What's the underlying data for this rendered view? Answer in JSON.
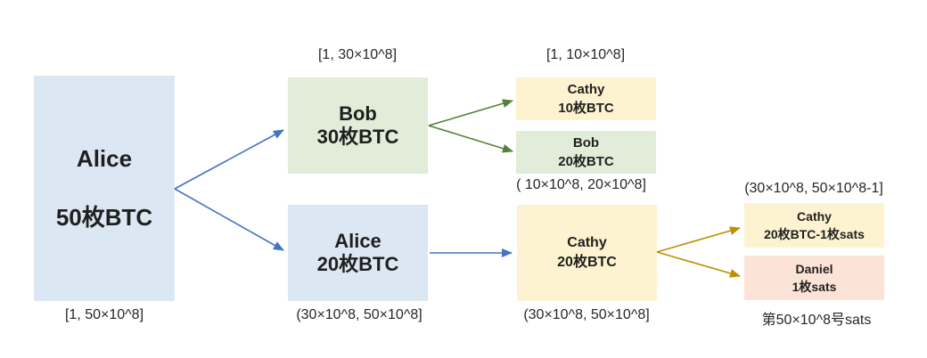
{
  "nodes": {
    "alice50": {
      "title": "Alice",
      "amount": "50枚BTC",
      "range": "[1, 50×10^8]"
    },
    "bob30": {
      "title": "Bob",
      "amount": "30枚BTC",
      "range": "[1, 30×10^8]"
    },
    "cathy10": {
      "title": "Cathy",
      "amount": "10枚BTC",
      "range": "[1, 10×10^8]"
    },
    "bob20": {
      "title": "Bob",
      "amount": "20枚BTC",
      "range": "( 10×10^8, 20×10^8]"
    },
    "alice20": {
      "title": "Alice",
      "amount": "20枚BTC",
      "range": "(30×10^8, 50×10^8]"
    },
    "cathy20": {
      "title": "Cathy",
      "amount": "20枚BTC",
      "range": "(30×10^8, 50×10^8]"
    },
    "cathy20m1": {
      "title": "Cathy",
      "amount": "20枚BTC-1枚sats",
      "range": "(30×10^8, 50×10^8-1]"
    },
    "daniel1": {
      "title": "Daniel",
      "amount": "1枚sats",
      "range": "第50×10^8号sats"
    }
  },
  "edges": [
    {
      "from": "alice50",
      "to": "bob30",
      "color": "#4472c4"
    },
    {
      "from": "alice50",
      "to": "alice20",
      "color": "#4472c4"
    },
    {
      "from": "bob30",
      "to": "cathy10",
      "color": "#548235"
    },
    {
      "from": "bob30",
      "to": "bob20",
      "color": "#548235"
    },
    {
      "from": "alice20",
      "to": "cathy20",
      "color": "#4472c4"
    },
    {
      "from": "cathy20",
      "to": "cathy20m1",
      "color": "#bf9000"
    },
    {
      "from": "cathy20",
      "to": "daniel1",
      "color": "#bf9000"
    }
  ],
  "colors": {
    "box_blue": "#dbe7f2",
    "box_green": "#e1edd9",
    "box_yellow": "#fdf3d0",
    "box_pink": "#fbe4d7",
    "arrow_blue": "#4472c4",
    "arrow_green": "#548235",
    "arrow_gold": "#bf9000",
    "text": "#1f1f1f",
    "background": "#ffffff"
  }
}
